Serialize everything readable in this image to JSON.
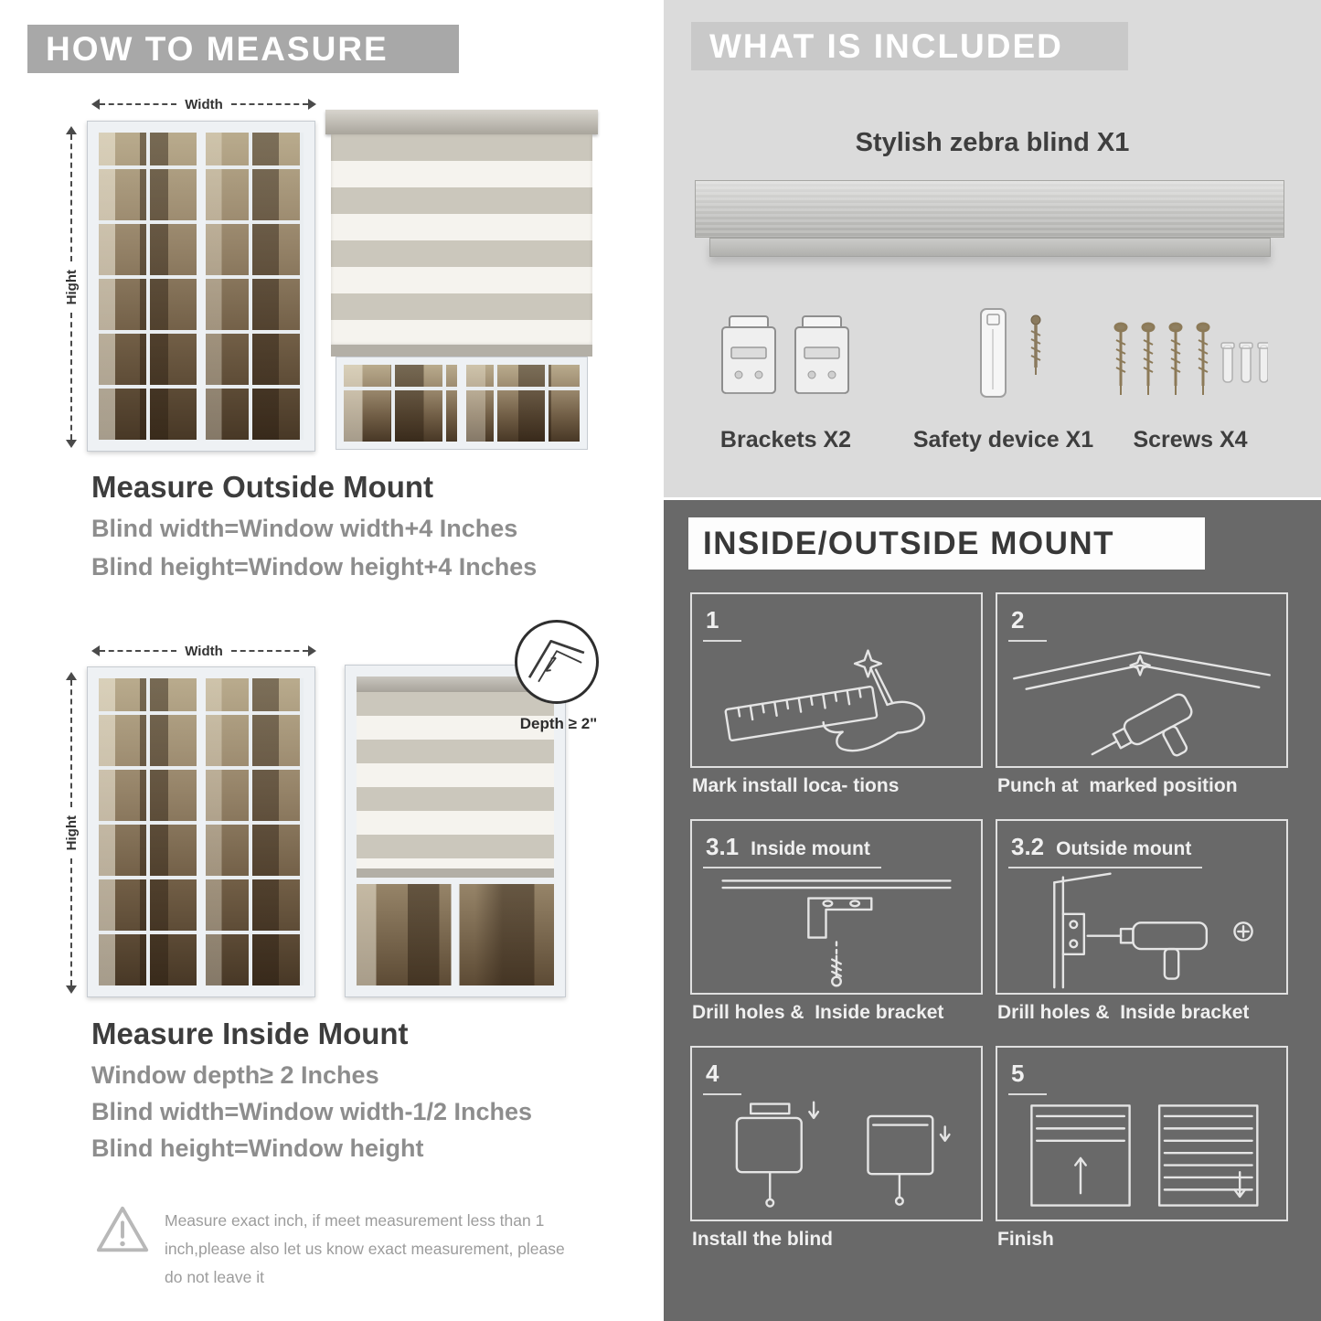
{
  "colors": {
    "left_banner_bg": "#a8a8a8",
    "right_top_bg": "#dbdbdb",
    "right_banner_bg": "#c9c9c9",
    "dark_bg": "#696969",
    "heading": "#3d3d3d",
    "subtext": "#8d8d8d"
  },
  "how_to_measure": {
    "banner": "HOW TO MEASURE",
    "outside": {
      "width_label": "Width",
      "height_label": "Hight",
      "heading": "Measure Outside Mount",
      "lines": [
        "Blind width=Window width+4 Inches",
        "Blind height=Window height+4 Inches"
      ]
    },
    "inside": {
      "width_label": "Width",
      "height_label": "Hight",
      "depth_note": "Depth ≥ 2\"",
      "heading": "Measure Inside Mount",
      "lines": [
        "Window depth≥ 2 Inches",
        "Blind width=Window width-1/2 Inches",
        "Blind height=Window height"
      ]
    },
    "warning_text": "Measure exact inch, if meet measurement less than 1 inch,please also let us know exact measurement, please do not leave it"
  },
  "included": {
    "banner": "WHAT IS INCLUDED",
    "product_label": "Stylish zebra blind X1",
    "items": [
      {
        "icon": "brackets-icon",
        "label": "Brackets X2"
      },
      {
        "icon": "safety-device-icon",
        "label": "Safety device X1"
      },
      {
        "icon": "screws-icon",
        "label": "Screws X4"
      }
    ]
  },
  "mount_guide": {
    "banner": "INSIDE/OUTSIDE MOUNT",
    "steps": [
      {
        "num": "1",
        "title": "",
        "caption": "Mark install loca- tions"
      },
      {
        "num": "2",
        "title": "",
        "caption": "Punch at  marked position"
      },
      {
        "num": "3.1",
        "title": "Inside mount",
        "caption": "Drill holes &  Inside bracket"
      },
      {
        "num": "3.2",
        "title": "Outside mount",
        "caption": "Drill holes &  Inside bracket"
      },
      {
        "num": "4",
        "title": "",
        "caption": "Install the blind"
      },
      {
        "num": "5",
        "title": "",
        "caption": "Finish"
      }
    ]
  }
}
